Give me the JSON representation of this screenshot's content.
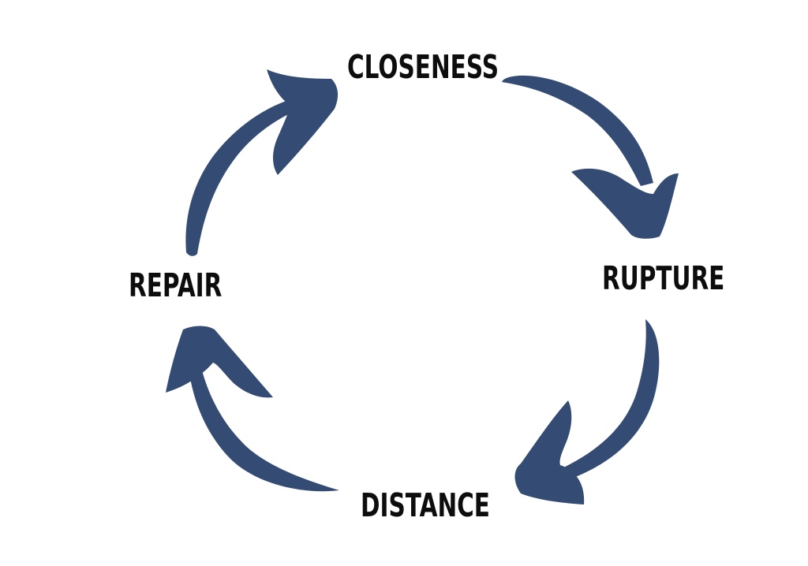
{
  "diagram": {
    "arrow_color": "#344b74",
    "label_color": "#0d0d0d",
    "stages": [
      {
        "id": "closeness",
        "label": "CLOSENESS"
      },
      {
        "id": "rupture",
        "label": "RUPTURE"
      },
      {
        "id": "distance",
        "label": "DISTANCE"
      },
      {
        "id": "repair",
        "label": "REPAIR"
      }
    ]
  }
}
